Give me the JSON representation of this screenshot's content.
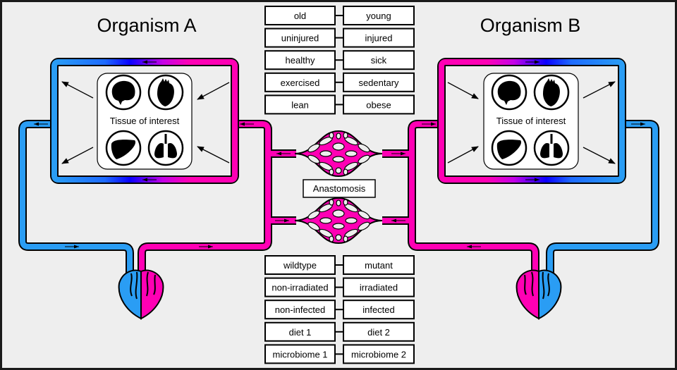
{
  "colors": {
    "background": "#eeeeee",
    "frame": "#1a1a1a",
    "arterial": "#ff00b4",
    "venous": "#2a9df4",
    "mix": "#0a00ff",
    "outline": "#000000",
    "box_fill": "#ffffff"
  },
  "organism_a": {
    "title": "Organism A",
    "tissue_label": "Tissue of interest",
    "organ_icons": [
      "brain-icon",
      "heart-icon",
      "liver-icon",
      "lungs-icon"
    ]
  },
  "organism_b": {
    "title": "Organism B",
    "tissue_label": "Tissue of interest",
    "organ_icons": [
      "brain-icon",
      "heart-icon",
      "liver-icon",
      "lungs-icon"
    ]
  },
  "anastomosis": {
    "label": "Anastomosis"
  },
  "top_pairs": [
    {
      "a": "old",
      "b": "young"
    },
    {
      "a": "uninjured",
      "b": "injured"
    },
    {
      "a": "healthy",
      "b": "sick"
    },
    {
      "a": "exercised",
      "b": "sedentary"
    },
    {
      "a": "lean",
      "b": "obese"
    }
  ],
  "bottom_pairs": [
    {
      "a": "wildtype",
      "b": "mutant"
    },
    {
      "a": "non-irradiated",
      "b": "irradiated"
    },
    {
      "a": "non-infected",
      "b": "infected"
    },
    {
      "a": "diet 1",
      "b": "diet 2"
    },
    {
      "a": "microbiome 1",
      "b": "microbiome 2"
    }
  ]
}
